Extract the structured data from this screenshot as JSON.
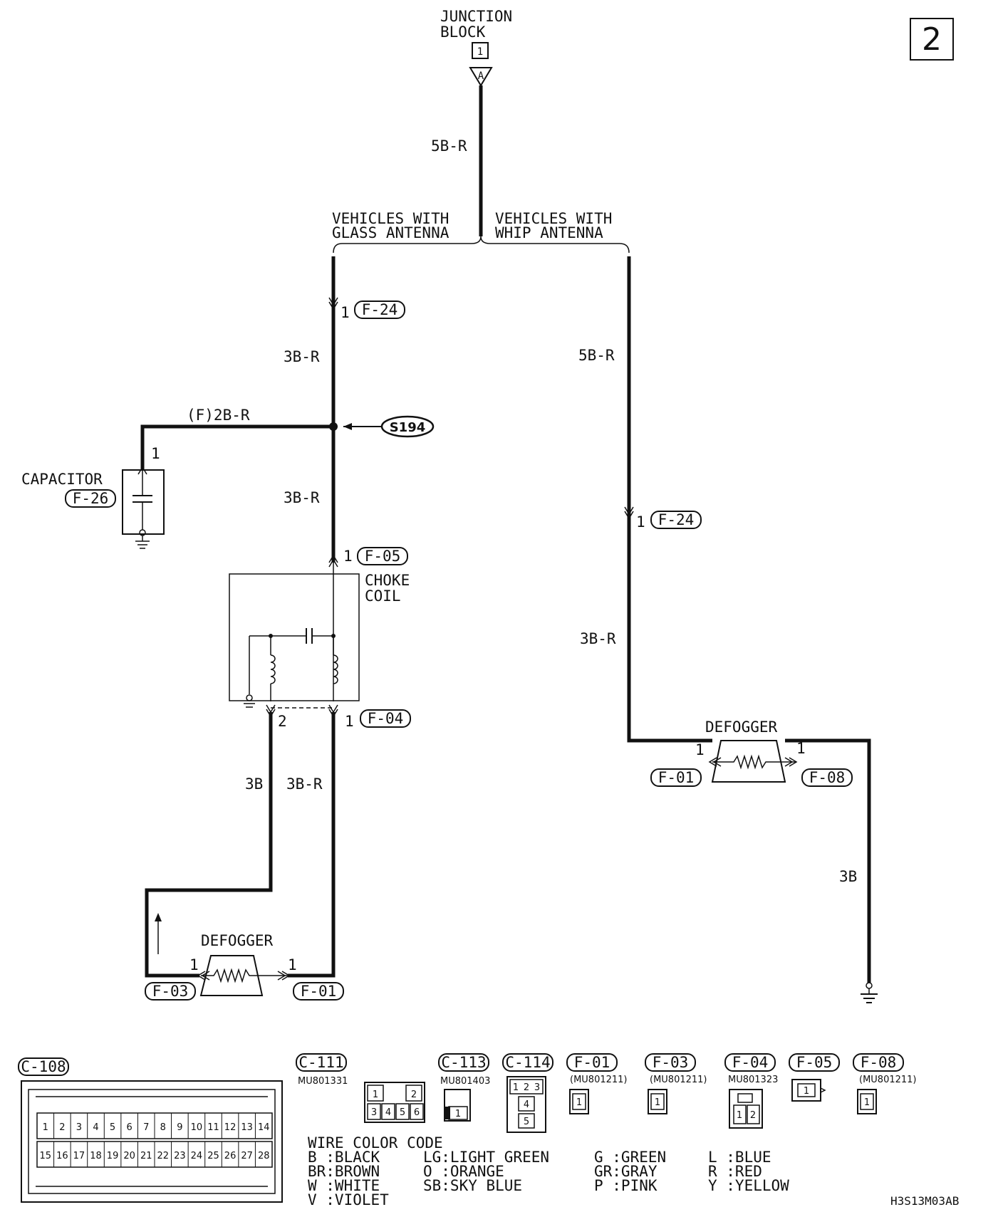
{
  "page_number": "2",
  "junction_block": {
    "title_line1": "JUNCTION",
    "title_line2": "BLOCK",
    "pin": "1",
    "connector": "A"
  },
  "wires": {
    "top": "5B-R",
    "glass_upper": "3B-R",
    "cap_branch": "(F)2B-R",
    "glass_mid": "3B-R",
    "choke_ground": "3B",
    "choke_out": "3B-R",
    "whip_upper": "5B-R",
    "whip_lower": "3B-R",
    "whip_ground": "3B"
  },
  "branches": {
    "glass_line1": "VEHICLES WITH",
    "glass_line2": "GLASS ANTENNA",
    "whip_line1": "VEHICLES WITH",
    "whip_line2": "WHIP ANTENNA"
  },
  "splice": "S194",
  "capacitor": {
    "label": "CAPACITOR",
    "connector": "F-26",
    "pin": "1"
  },
  "choke_coil": {
    "line1": "CHOKE",
    "line2": "COIL",
    "in_pin": "1",
    "in_connector": "F-05",
    "pin_ground": "2",
    "pin_out": "1",
    "out_connector": "F-04"
  },
  "glass_path": {
    "pin": "1",
    "connector": "F-24"
  },
  "whip_path": {
    "pin": "1",
    "connector": "F-24"
  },
  "defogger_left": {
    "label": "DEFOGGER",
    "pin_left": "1",
    "pin_right": "1",
    "conn_left": "F-03",
    "conn_right": "F-01"
  },
  "defogger_right": {
    "label": "DEFOGGER",
    "pin_left": "1",
    "pin_right": "1",
    "conn_left": "F-01",
    "conn_right": "F-08"
  },
  "connectors": {
    "c108": {
      "name": "C-108",
      "row1": [
        "1",
        "2",
        "3",
        "4",
        "5",
        "6",
        "7",
        "8",
        "9",
        "10",
        "11",
        "12",
        "13",
        "14"
      ],
      "row2": [
        "15",
        "16",
        "17",
        "18",
        "19",
        "20",
        "21",
        "22",
        "23",
        "24",
        "25",
        "26",
        "27",
        "28"
      ]
    },
    "c111": {
      "name": "C-111",
      "part": "MU801331",
      "pins": [
        "1",
        "2",
        "3",
        "4",
        "5",
        "6"
      ]
    },
    "c113": {
      "name": "C-113",
      "part": "MU801403",
      "pin": "1"
    },
    "c114": {
      "name": "C-114",
      "pins": [
        "1",
        "2",
        "3",
        "4",
        "5"
      ]
    },
    "f01": {
      "name": "F-01",
      "part": "(MU801211)",
      "pin": "1"
    },
    "f03": {
      "name": "F-03",
      "part": "(MU801211)",
      "pin": "1"
    },
    "f04": {
      "name": "F-04",
      "part": "MU801323",
      "pins": [
        "1",
        "2"
      ]
    },
    "f05": {
      "name": "F-05",
      "pin": "1"
    },
    "f08": {
      "name": "F-08",
      "part": "(MU801211)",
      "pin": "1"
    }
  },
  "wire_color_code": {
    "title": "WIRE COLOR CODE",
    "col1": [
      "B :BLACK",
      "BR:BROWN",
      "W :WHITE",
      "V :VIOLET"
    ],
    "col2": [
      "LG:LIGHT GREEN",
      "O :ORANGE",
      "SB:SKY BLUE"
    ],
    "col3": [
      "G :GREEN",
      "GR:GRAY",
      "P :PINK"
    ],
    "col4": [
      "L :BLUE",
      "R :RED",
      "Y :YELLOW"
    ]
  },
  "doc_code": "H3S13M03AB"
}
